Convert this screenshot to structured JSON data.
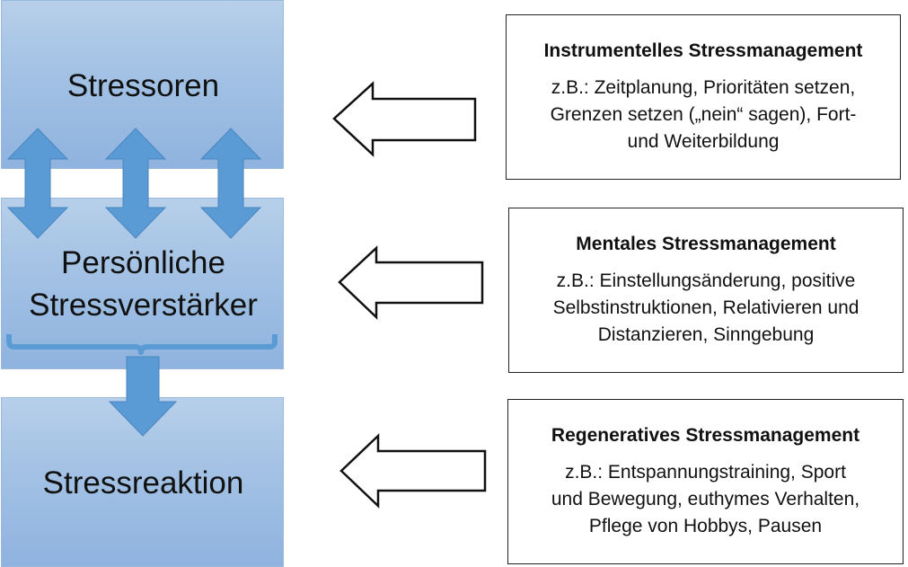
{
  "left_blocks": {
    "stressoren": "Stressoren",
    "verstaerker_line1": "Persönliche",
    "verstaerker_line2": "Stressverstärker",
    "reaktion": "Stressreaktion"
  },
  "boxes": [
    {
      "title": "Instrumentelles Stressmanagement",
      "lines": [
        "z.B.: Zeitplanung, Prioritäten setzen,",
        "Grenzen setzen („nein“ sagen), Fort-",
        "und Weiterbildung"
      ]
    },
    {
      "title": "Mentales Stressmanagement",
      "lines": [
        "z.B.: Einstellungsänderung, positive",
        "Selbstinstruktionen, Relativieren und",
        "Distanzieren, Sinngebung"
      ]
    },
    {
      "title": "Regeneratives Stressmanagement",
      "lines": [
        "z.B.: Entspannungstraining, Sport",
        "und Bewegung, euthymes Verhalten,",
        "Pflege von Hobbys, Pausen"
      ]
    }
  ],
  "colors": {
    "arrow_blue": "#5b9bd5",
    "block_blue": "#a2c1e4",
    "outline": "#222222"
  }
}
